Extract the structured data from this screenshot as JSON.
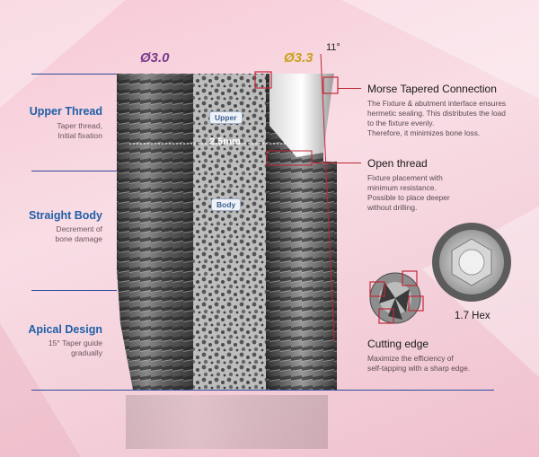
{
  "diameters": {
    "left": "Ø3.0",
    "right": "Ø3.3",
    "angle": "11°"
  },
  "sections": [
    {
      "title": "Upper Thread",
      "lines": [
        "Taper thread,",
        "Initial fixation"
      ]
    },
    {
      "title": "Straight Body",
      "lines": [
        "Decrement of",
        "bone damage"
      ]
    },
    {
      "title": "Apical Design",
      "lines": [
        "15° Taper guide",
        "gradually"
      ]
    }
  ],
  "center_tags": {
    "upper": "Upper",
    "body": "Body",
    "measure": "2.5mm"
  },
  "features": [
    {
      "title": "Morse Tapered Connection",
      "lines": [
        "The Fixture & abutment interface ensures",
        "hermetic sealing. This distributes the load",
        "to the fixture evenly.",
        "Therefore, it minimizes bone loss."
      ]
    },
    {
      "title": "Open thread",
      "lines": [
        "Fixture placement with",
        "minimum resistance.",
        "Possible to place deeper",
        "without drilling."
      ]
    },
    {
      "title": "Cutting edge",
      "lines": [
        "Maximize the efficiency of",
        "self-tapping with a sharp edge."
      ]
    }
  ],
  "hex_label": "1.7 Hex",
  "colors": {
    "accent_blue": "#1f5fa8",
    "pointer_red": "#c0283a",
    "diam_left": "#7b3a8e",
    "diam_right": "#c9a21c"
  }
}
